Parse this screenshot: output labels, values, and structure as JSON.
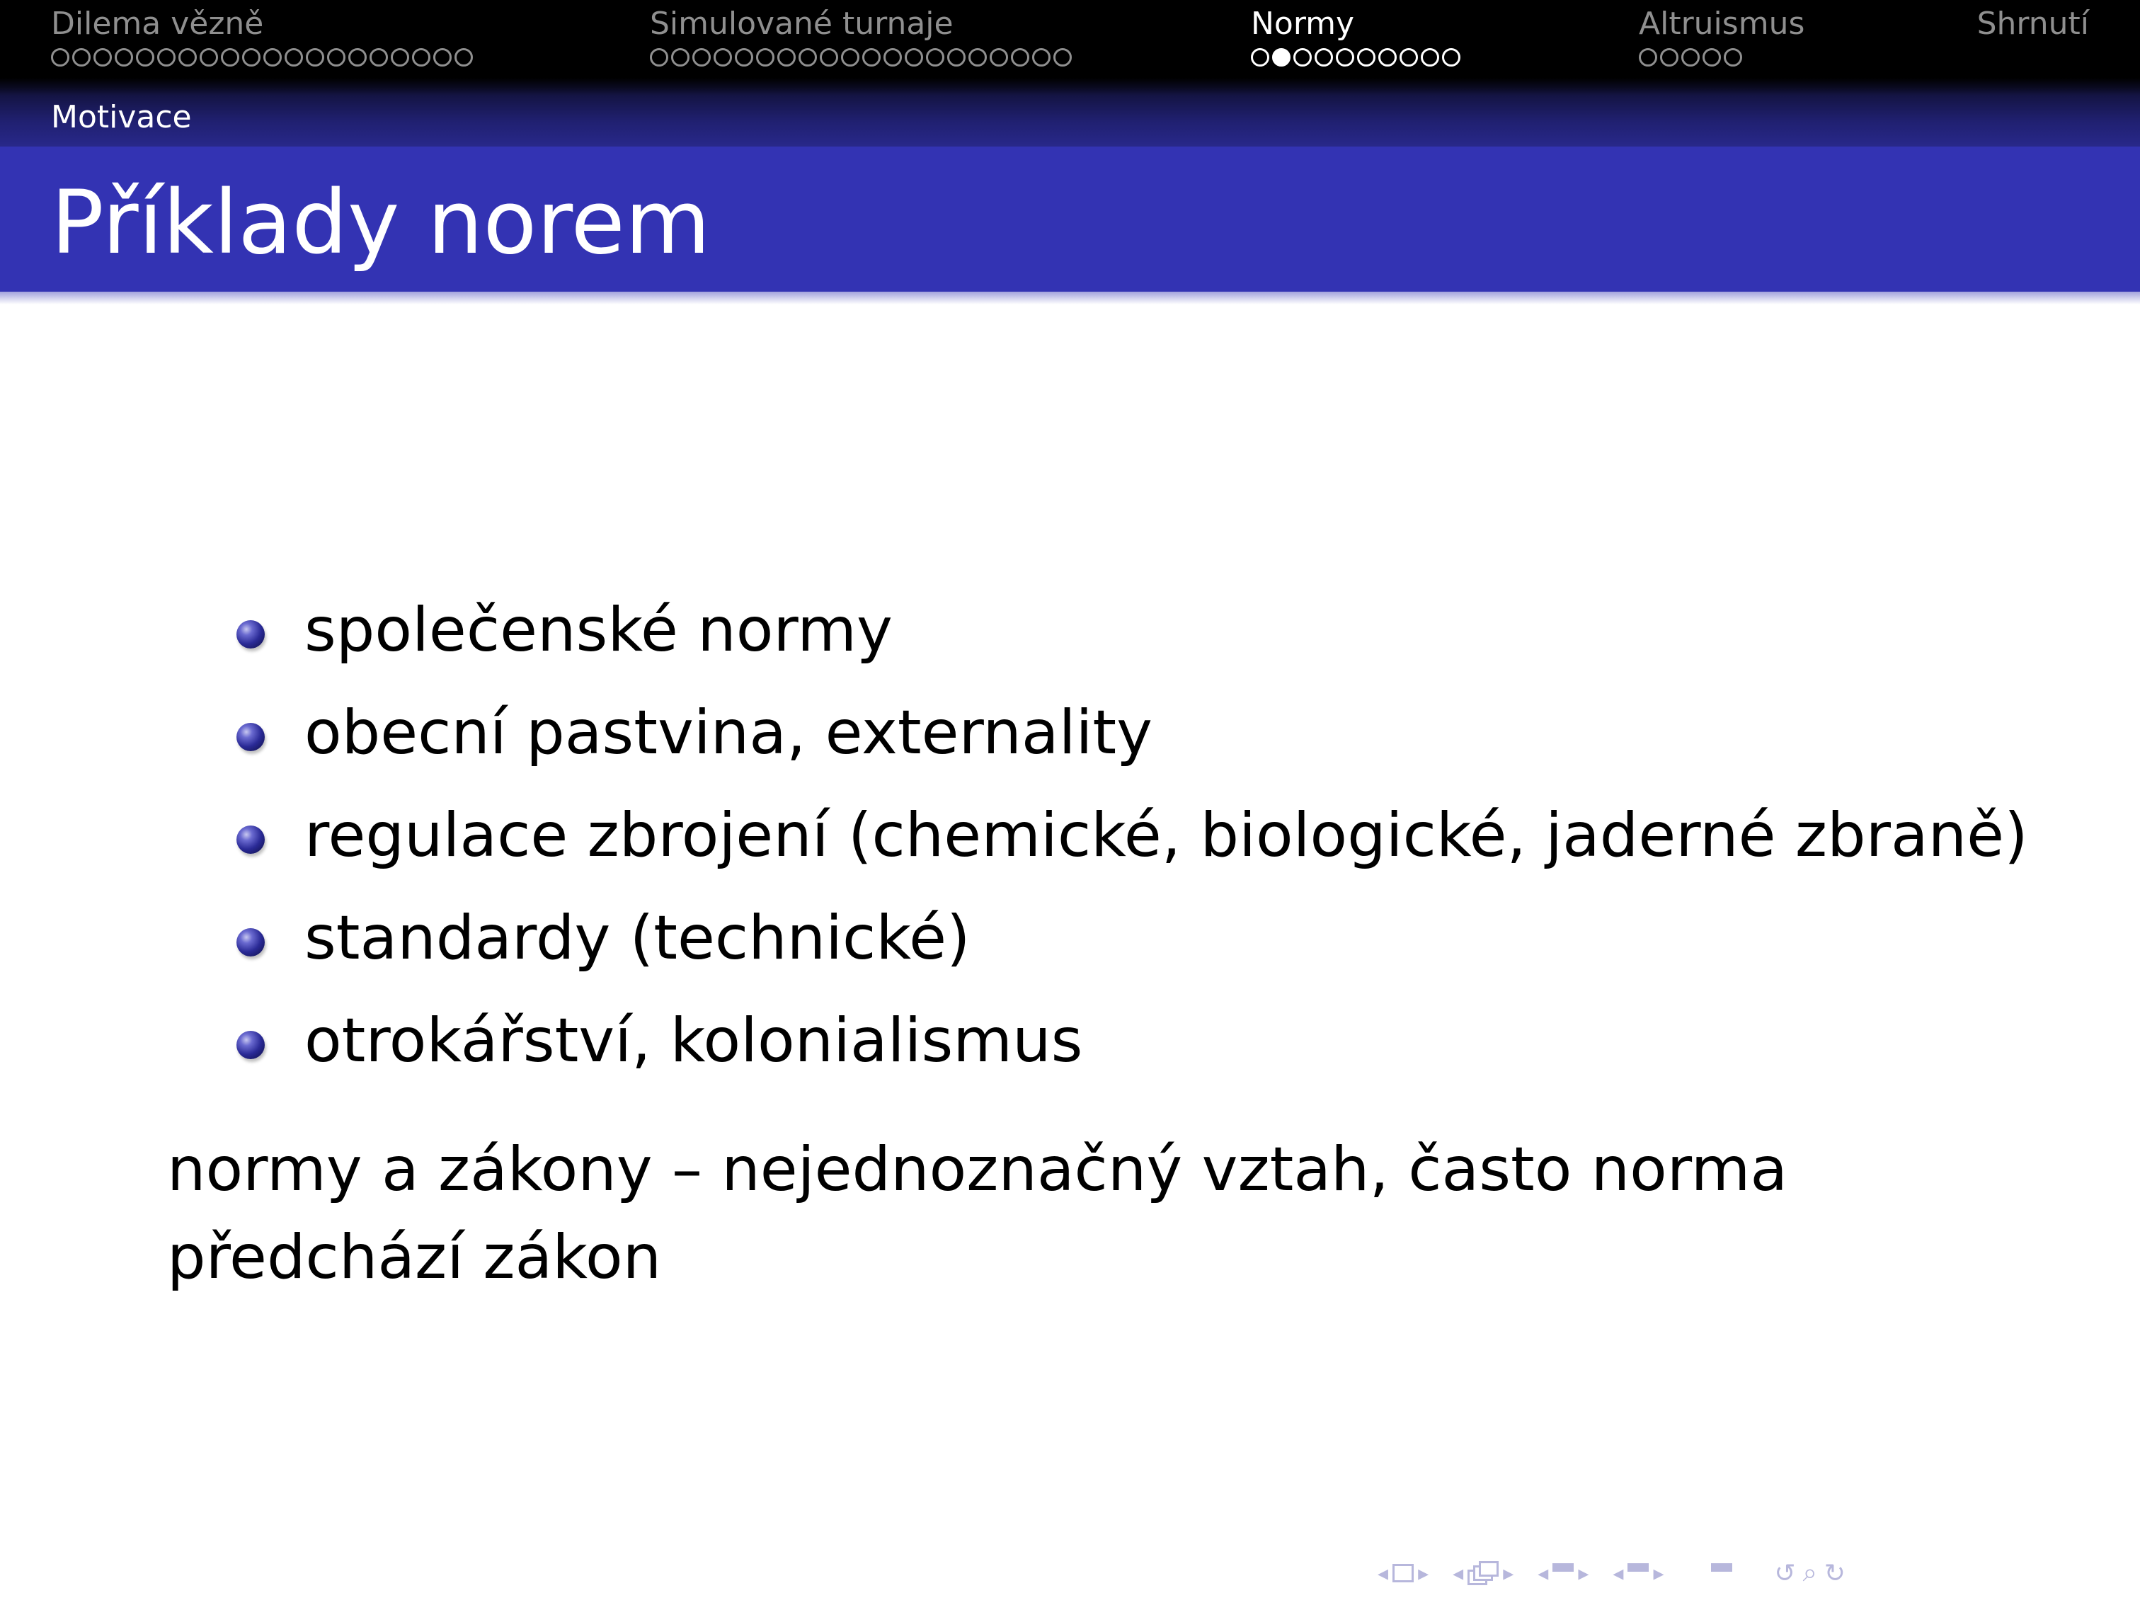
{
  "nav": {
    "sections": [
      {
        "name": "Dilema vězně",
        "dots": 20,
        "active_dot": null,
        "current": false
      },
      {
        "name": "Simulované turnaje",
        "dots": 20,
        "active_dot": null,
        "current": false
      },
      {
        "name": "Normy",
        "dots": 10,
        "active_dot": 2,
        "current": true
      },
      {
        "name": "Altruismus",
        "dots": 5,
        "active_dot": null,
        "current": false
      },
      {
        "name": "Shrnutí",
        "dots": 0,
        "active_dot": null,
        "current": false
      }
    ],
    "subsection": "Motivace"
  },
  "frame": {
    "title": "Příklady norem",
    "bullets": [
      "společenské normy",
      "obecní pastvina, externality",
      "regulace zbrojení (chemické, biologické, jaderné zbraně)",
      "standardy (technické)",
      "otrokářství, kolonialismus"
    ],
    "note": "normy a zákony – nejednoznačný vztah, často norma předchází zákon"
  },
  "colors": {
    "title_bar": "#3333b3",
    "subsection_bar": "#202070",
    "nav_bar": "#000000",
    "nav_inactive_text": "#8f8f8f",
    "nav_symbols": "#b7b7dc"
  },
  "nav_symbols": [
    "prev-slide-arrow-icon",
    "slide-icon",
    "next-slide-arrow-icon",
    "prev-frame-arrow-icon",
    "frame-icon",
    "next-frame-arrow-icon",
    "prev-subsection-arrow-icon",
    "subsection-icon",
    "next-subsection-arrow-icon",
    "prev-section-arrow-icon",
    "section-icon",
    "next-section-arrow-icon",
    "appendix-icon",
    "undo-icon",
    "search-icon",
    "redo-icon"
  ]
}
